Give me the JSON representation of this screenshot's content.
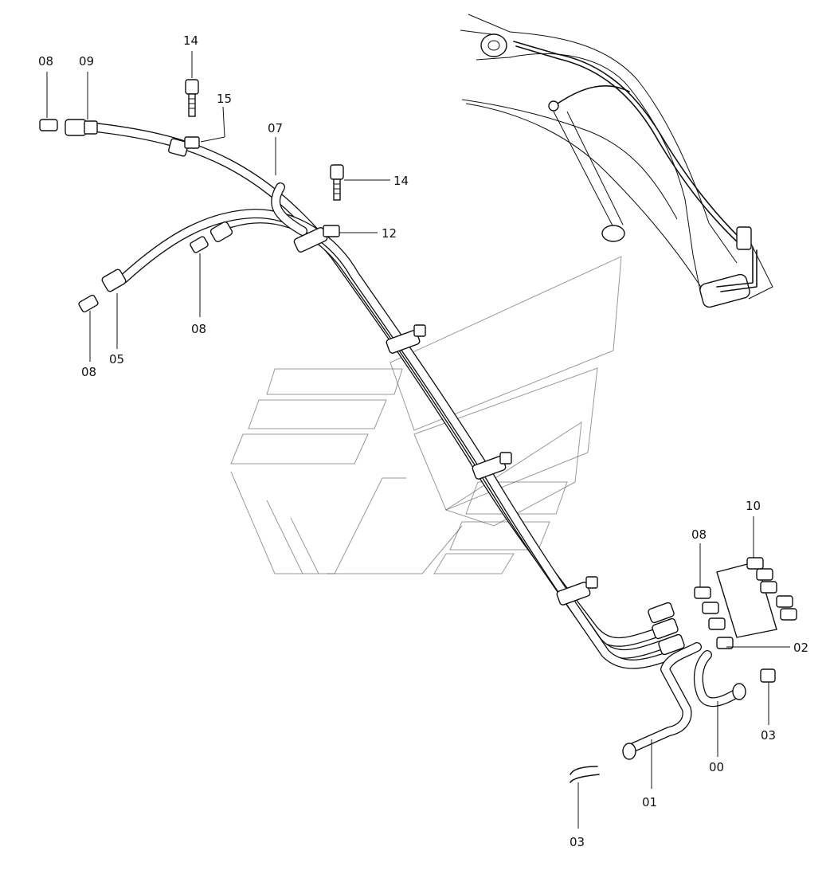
{
  "diagram": {
    "callouts": [
      {
        "id": "c-08-a",
        "label": "08"
      },
      {
        "id": "c-09",
        "label": "09"
      },
      {
        "id": "c-14-a",
        "label": "14"
      },
      {
        "id": "c-15",
        "label": "15"
      },
      {
        "id": "c-07",
        "label": "07"
      },
      {
        "id": "c-14-b",
        "label": "14"
      },
      {
        "id": "c-12",
        "label": "12"
      },
      {
        "id": "c-08-b",
        "label": "08"
      },
      {
        "id": "c-05",
        "label": "05"
      },
      {
        "id": "c-08-c",
        "label": "08"
      },
      {
        "id": "c-10",
        "label": "10"
      },
      {
        "id": "c-08-d",
        "label": "08"
      },
      {
        "id": "c-02",
        "label": "02"
      },
      {
        "id": "c-03-a",
        "label": "03"
      },
      {
        "id": "c-00",
        "label": "00"
      },
      {
        "id": "c-01",
        "label": "01"
      },
      {
        "id": "c-03-b",
        "label": "03"
      }
    ]
  }
}
